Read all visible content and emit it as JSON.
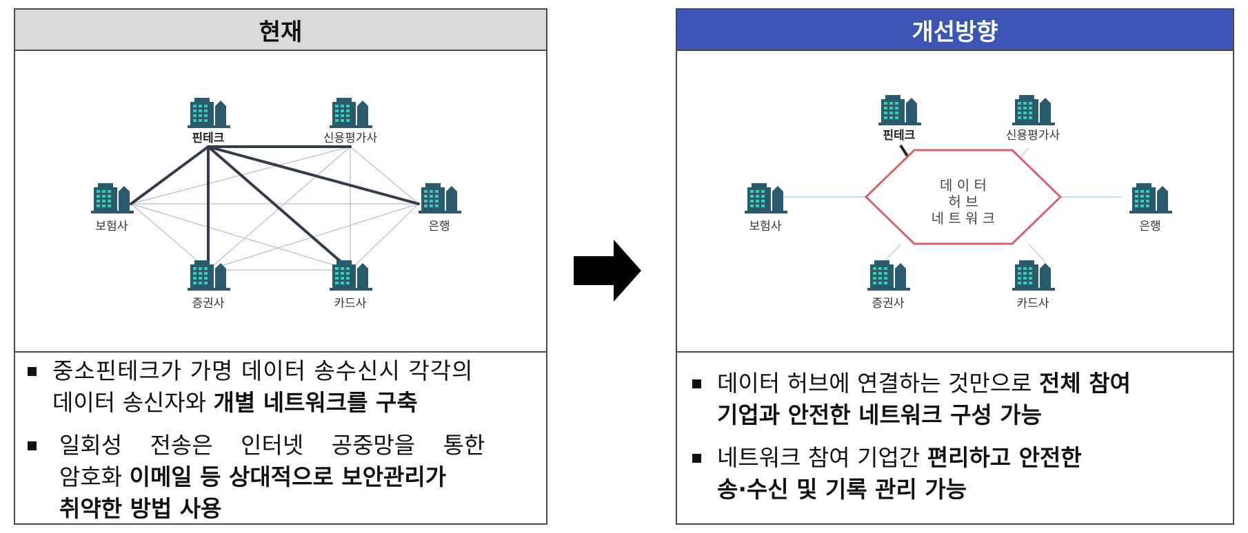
{
  "current": {
    "title": "현재",
    "nodes": {
      "fintech": "핀테크",
      "credit": "신용평가사",
      "insurance": "보험사",
      "bank": "은행",
      "securities": "증권사",
      "card": "카드사"
    },
    "bullet1": {
      "line1": "중소핀테크가 가명 데이터 송수신시 각각의",
      "line2_plain": "데이터 송신자와 ",
      "line2_bold": "개별 네트워크를 구축"
    },
    "bullet2": {
      "line1": "일회성 전송은 인터넷 공중망을 통한",
      "line2_plain": "암호화 ",
      "line2_bold": "이메일 등 상대적으로 보안관리가",
      "line3_bold": "취약한 방법 사용"
    }
  },
  "improved": {
    "title": "개선방향",
    "hub": {
      "line1": "데 이 터",
      "line2": "허 브",
      "line3": "네 트 워 크"
    },
    "nodes": {
      "fintech": "핀테크",
      "credit": "신용평가사",
      "insurance": "보험사",
      "bank": "은행",
      "securities": "증권사",
      "card": "카드사"
    },
    "bullet1": {
      "line1_plain": "데이터 허브에 연결하는 것만으로 ",
      "line1_bold": "전체 참여",
      "line2_bold": "기업과 안전한 네트워크 구성 가능"
    },
    "bullet2": {
      "line1_plain": "네트워크 참여 기업간 ",
      "line1_bold": "편리하고 안전한",
      "line2_bold": "송·수신 및 기록 관리 가능"
    }
  },
  "colors": {
    "header_current": "#d9d9d9",
    "header_improved": "#3c55b4",
    "strong_line": "#333a4a",
    "weak_line": "#b8bcc8",
    "hub_border": "#d9606e",
    "building": "#2a5a6e",
    "building_window": "#3fc9b0"
  },
  "icons": {
    "building": "office-building-icon",
    "arrow": "right-arrow-icon"
  }
}
